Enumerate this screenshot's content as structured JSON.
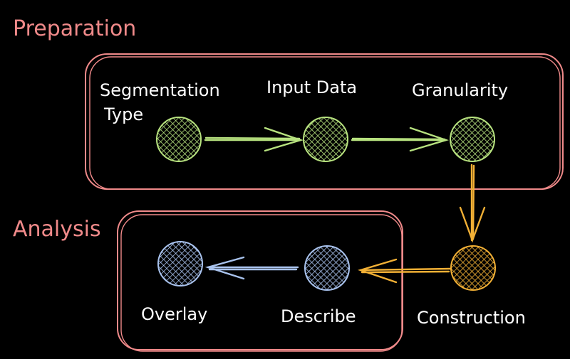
{
  "colors": {
    "background": "#000000",
    "group_border": "#f08a8a",
    "preparation_node": "#b7e27f",
    "construction_node": "#f2b035",
    "analysis_node": "#a9c3ee",
    "label_text": "#ffffff"
  },
  "groups": {
    "preparation": {
      "label": "Preparation"
    },
    "analysis": {
      "label": "Analysis"
    }
  },
  "nodes": {
    "segmentation_type": {
      "label_line1": "Segmentation",
      "label_line2": "Type"
    },
    "input_data": {
      "label": "Input Data"
    },
    "granularity": {
      "label": "Granularity"
    },
    "construction": {
      "label": "Construction"
    },
    "describe": {
      "label": "Describe"
    },
    "overlay": {
      "label": "Overlay"
    }
  },
  "edges": [
    {
      "from": "Segmentation Type",
      "to": "Input Data"
    },
    {
      "from": "Input Data",
      "to": "Granularity"
    },
    {
      "from": "Granularity",
      "to": "Construction"
    },
    {
      "from": "Construction",
      "to": "Describe"
    },
    {
      "from": "Describe",
      "to": "Overlay"
    }
  ]
}
